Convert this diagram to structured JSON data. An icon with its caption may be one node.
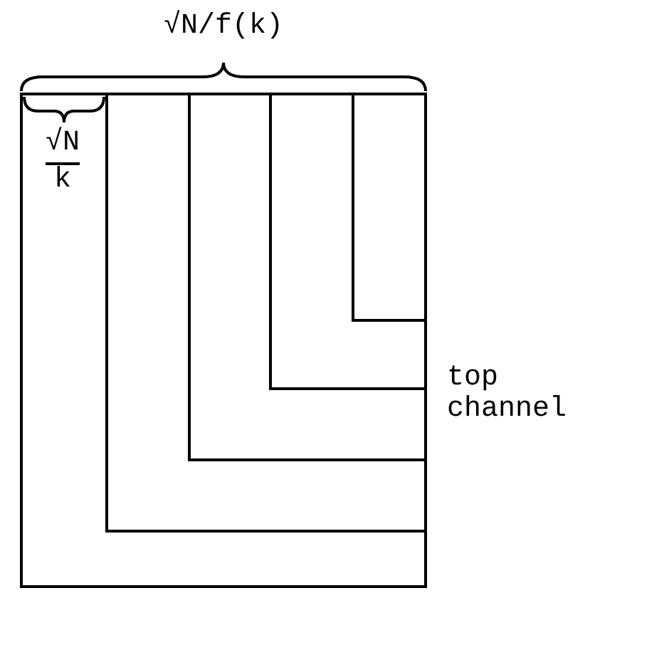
{
  "diagram": {
    "labels": [
      "√N/f(k)",
      "√N",
      "k",
      "top channel"
    ]
  }
}
